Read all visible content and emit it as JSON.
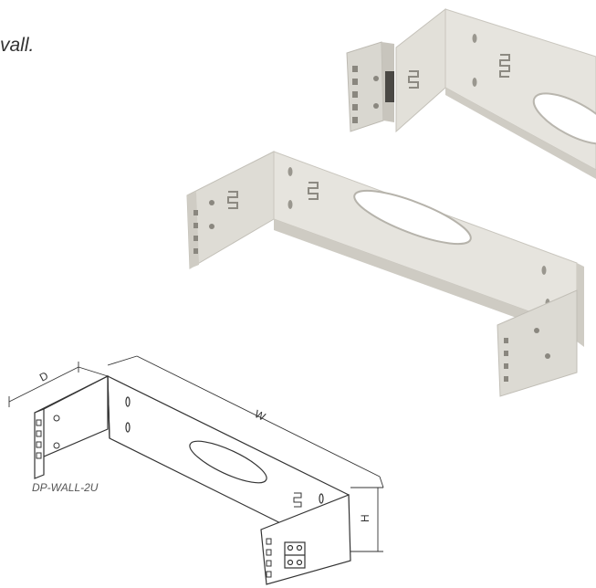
{
  "captions": {
    "top_fragment": "vall.",
    "model": "DP-WALL-2U"
  },
  "dimensions": {
    "depth": "D",
    "width": "W",
    "height": "H"
  },
  "colors": {
    "bracket_fill": "#e4e2dc",
    "bracket_shade": "#cfcdc6",
    "outline": "#333333"
  }
}
